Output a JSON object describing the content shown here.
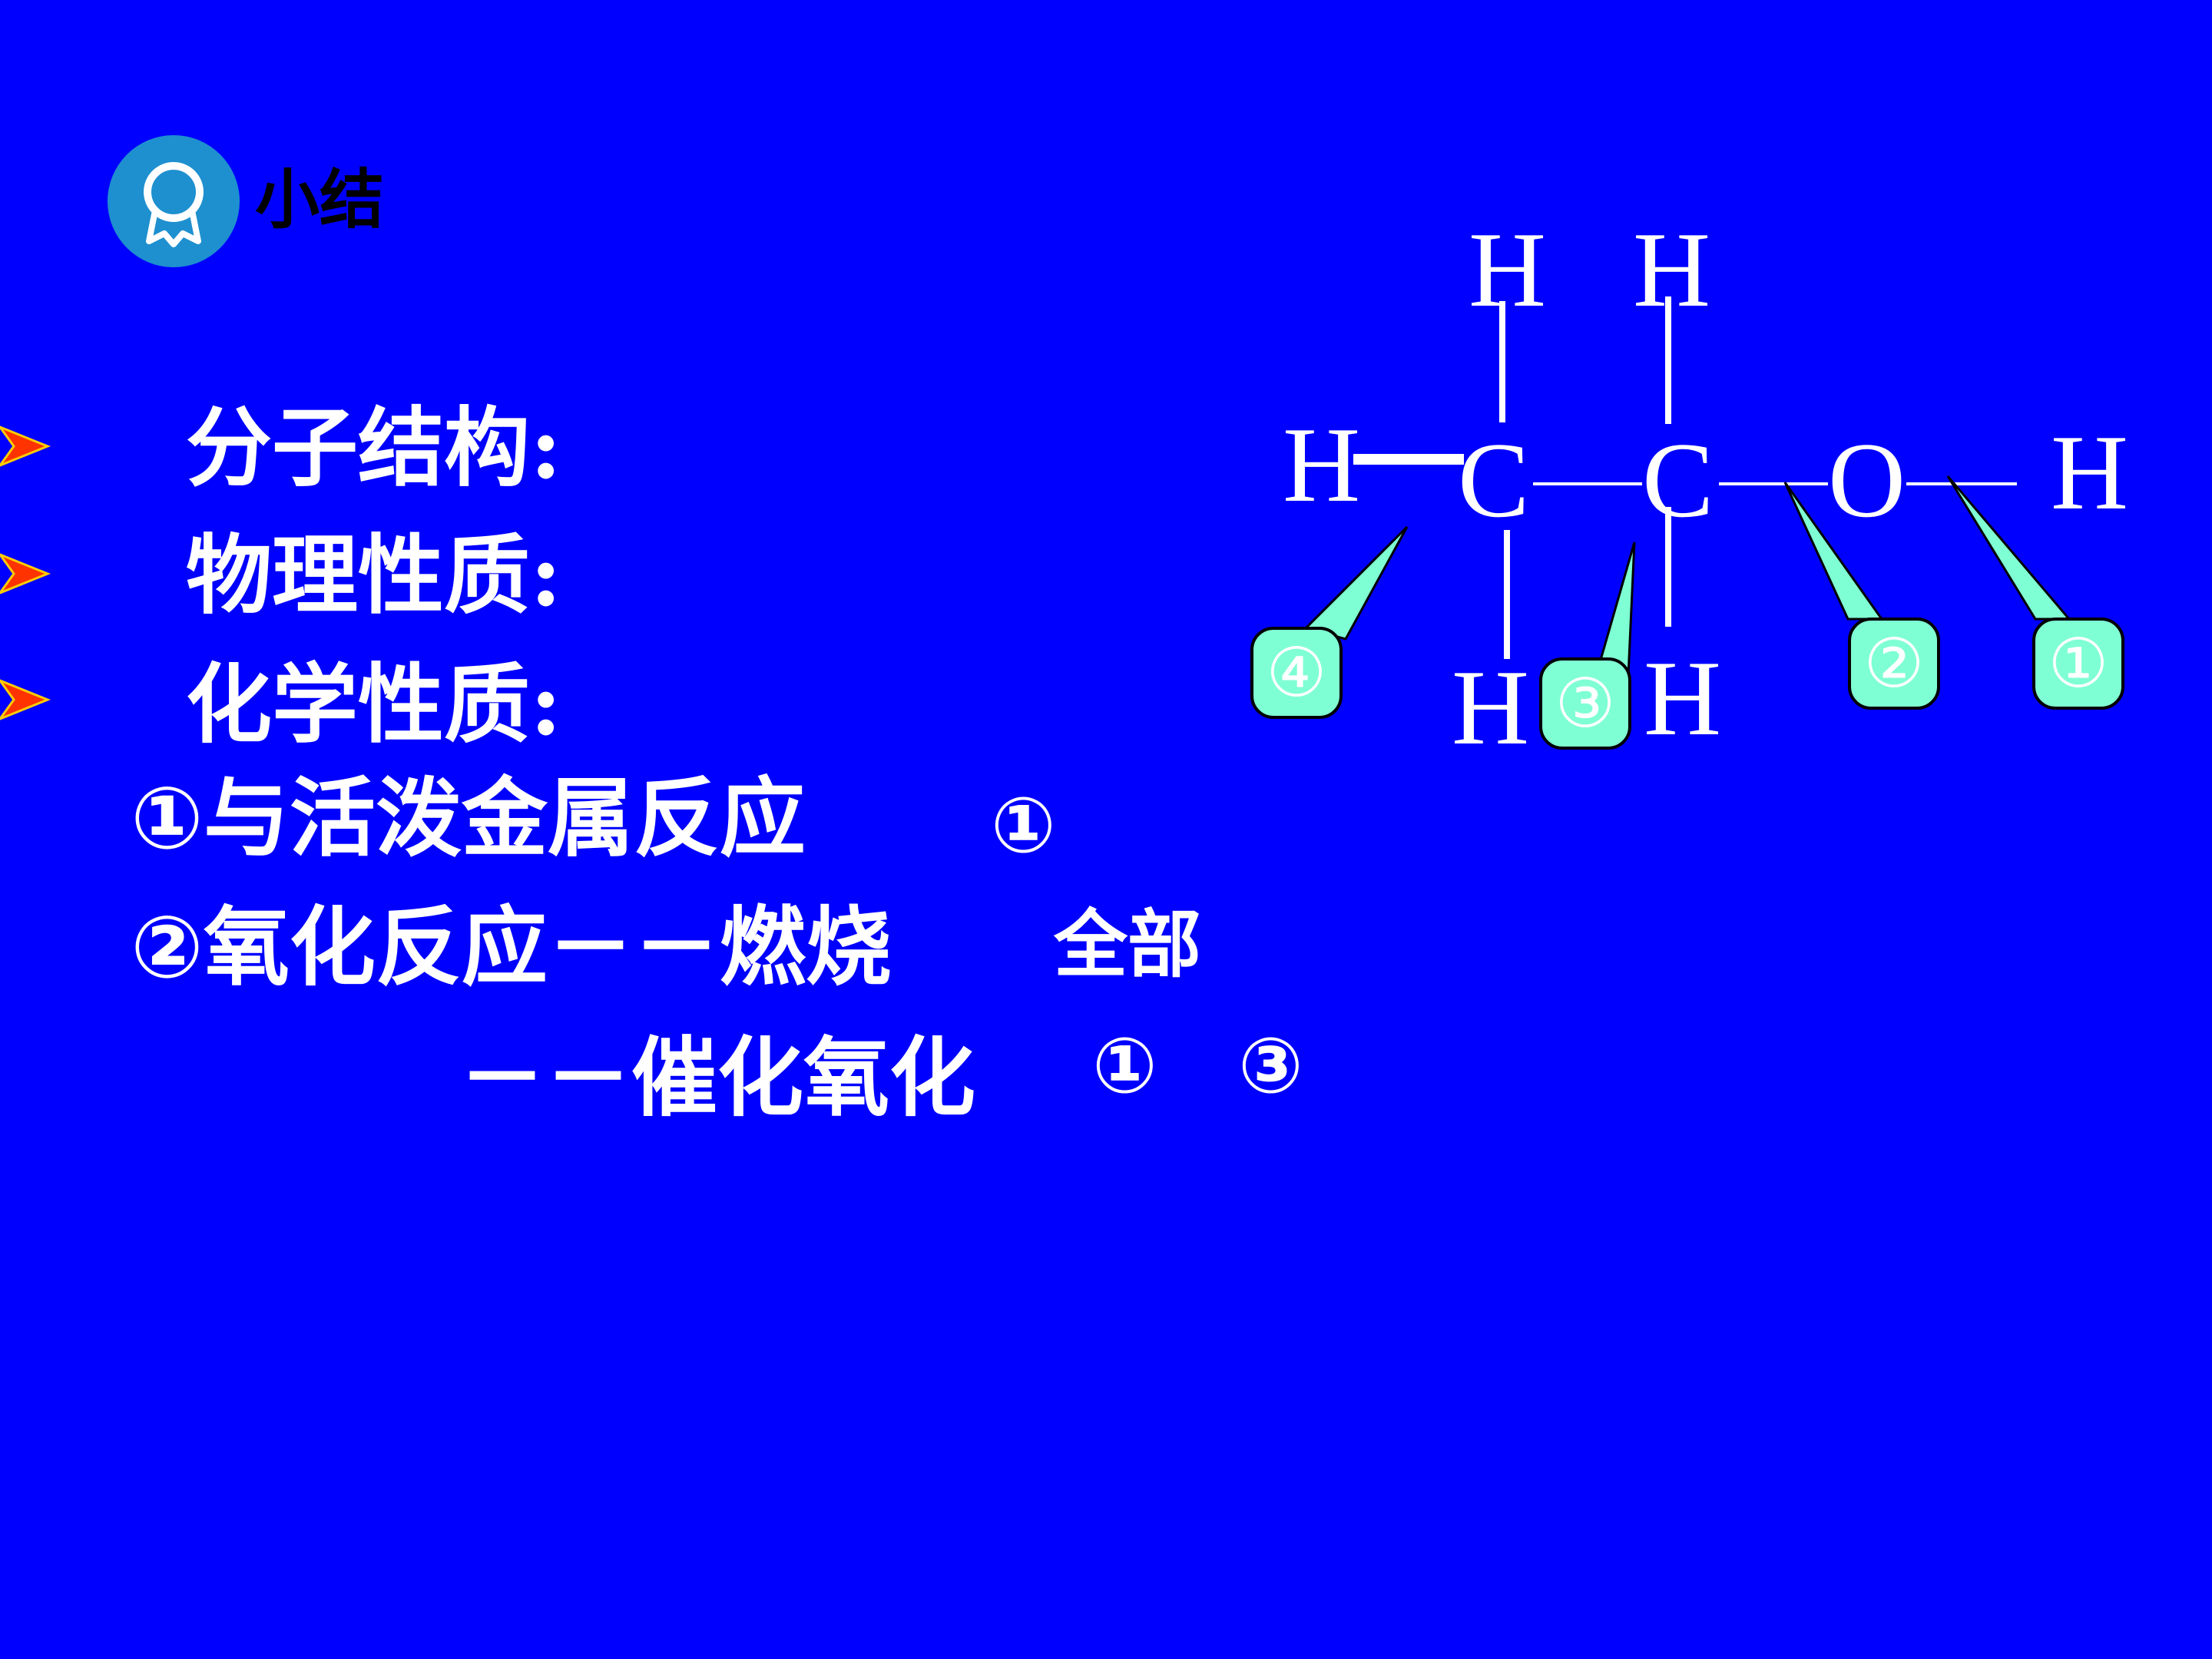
{
  "header": {
    "title": "小结",
    "badge_icon": "award-ribbon-icon"
  },
  "outline": [
    {
      "label": "分子结构:"
    },
    {
      "label": "物理性质:"
    },
    {
      "label": "化学性质:"
    }
  ],
  "reactions": [
    {
      "label": "①与活泼金属反应",
      "bonds": "①"
    },
    {
      "label": "②氧化反应－－燃烧",
      "bonds": "全部"
    },
    {
      "label": "－－催化氧化",
      "bonds_a": "①",
      "bonds_b": "③"
    }
  ],
  "structure": {
    "atoms": {
      "h_top_left": "H",
      "h_top_right": "H",
      "h_left": "H",
      "c1": "C",
      "c2": "C",
      "o": "O",
      "h_right": "H",
      "h_bottom_left": "H",
      "h_bottom_right": "H"
    },
    "callouts": [
      "①",
      "②",
      "③",
      "④"
    ]
  },
  "colors": {
    "background": "#0000FF",
    "text": "#FFFFFF",
    "callout_fill": "#7FFFD4",
    "bullet": "#FF3300",
    "badge": "#1E90CF"
  }
}
